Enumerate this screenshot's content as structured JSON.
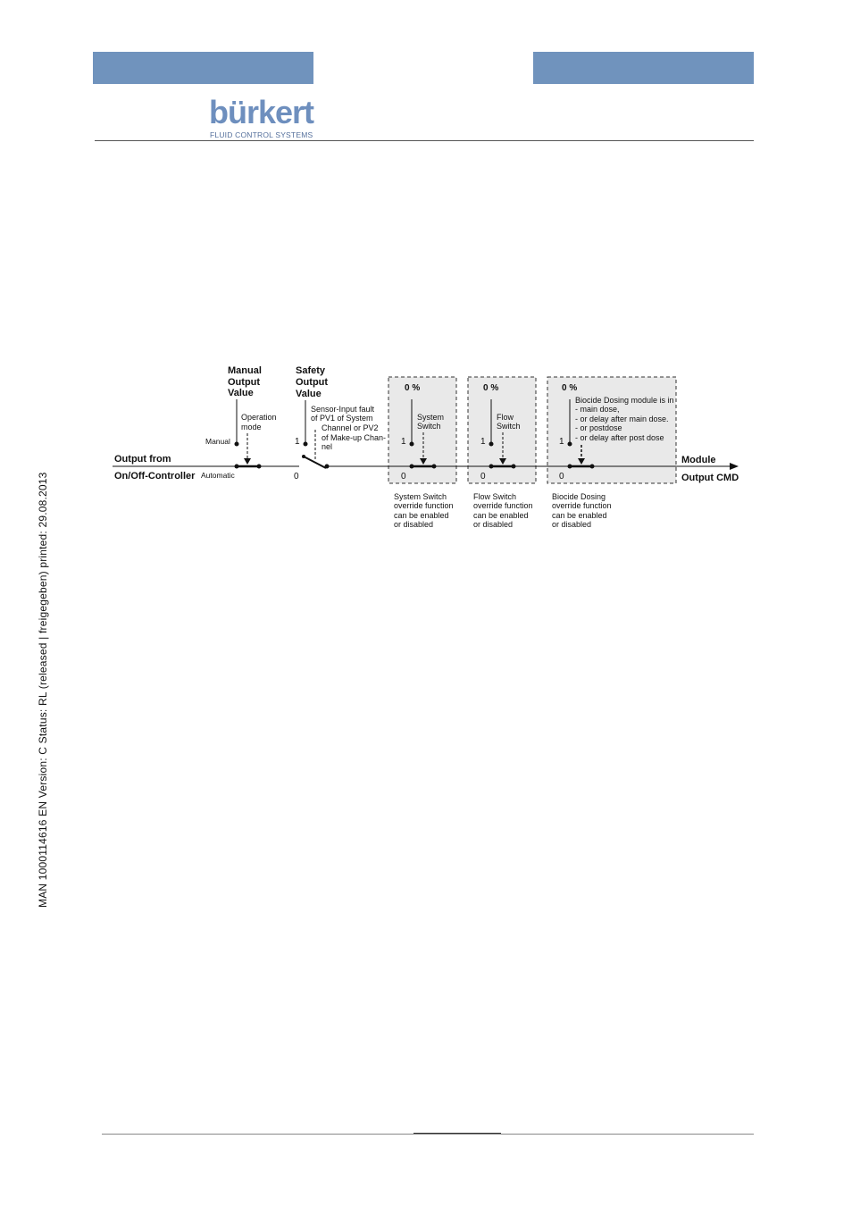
{
  "header": {
    "logo_word": "bürkert",
    "logo_tagline": "FLUID CONTROL SYSTEMS"
  },
  "side_note": "MAN  1000114616  EN  Version: C  Status: RL (released | freigegeben)  printed: 29.08.2013",
  "diagram": {
    "input_label_1": "Output from",
    "input_label_2": "On/Off-Controller",
    "output_label_1": "Module",
    "output_label_2": "Output CMD",
    "manual": {
      "title": [
        "Manual",
        "Output",
        "Value"
      ],
      "mode_label": [
        "Operation",
        "mode"
      ],
      "pos_manual": "Manual",
      "pos_automatic": "Automatic"
    },
    "safety": {
      "title": [
        "Safety",
        "Output",
        "Value"
      ],
      "desc": [
        "Sensor-Input fault",
        "of PV1 of System",
        "Channel or PV2",
        "of Make-up Chan-",
        "nel"
      ],
      "pos_1": "1",
      "pos_0": "0"
    },
    "system_switch": {
      "percent": "0 %",
      "label": [
        "System",
        "Switch"
      ],
      "pos_1": "1",
      "pos_0": "0",
      "note": [
        "System Switch",
        "override function",
        "can be enabled",
        "or disabled"
      ]
    },
    "flow_switch": {
      "percent": "0 %",
      "label": [
        "Flow",
        "Switch"
      ],
      "pos_1": "1",
      "pos_0": "0",
      "note": [
        "Flow Switch",
        "override function",
        "can be enabled",
        "or disabled"
      ]
    },
    "biocide": {
      "percent": "0 %",
      "label": [
        "Biocide Dosing module is in",
        "- main dose,",
        "- or delay after main dose.",
        "- or postdose",
        "- or delay after post dose"
      ],
      "pos_1": "1",
      "pos_0": "0",
      "note": [
        "Biocide Dosing",
        "override function",
        "can be enabled",
        "or disabled"
      ]
    }
  }
}
